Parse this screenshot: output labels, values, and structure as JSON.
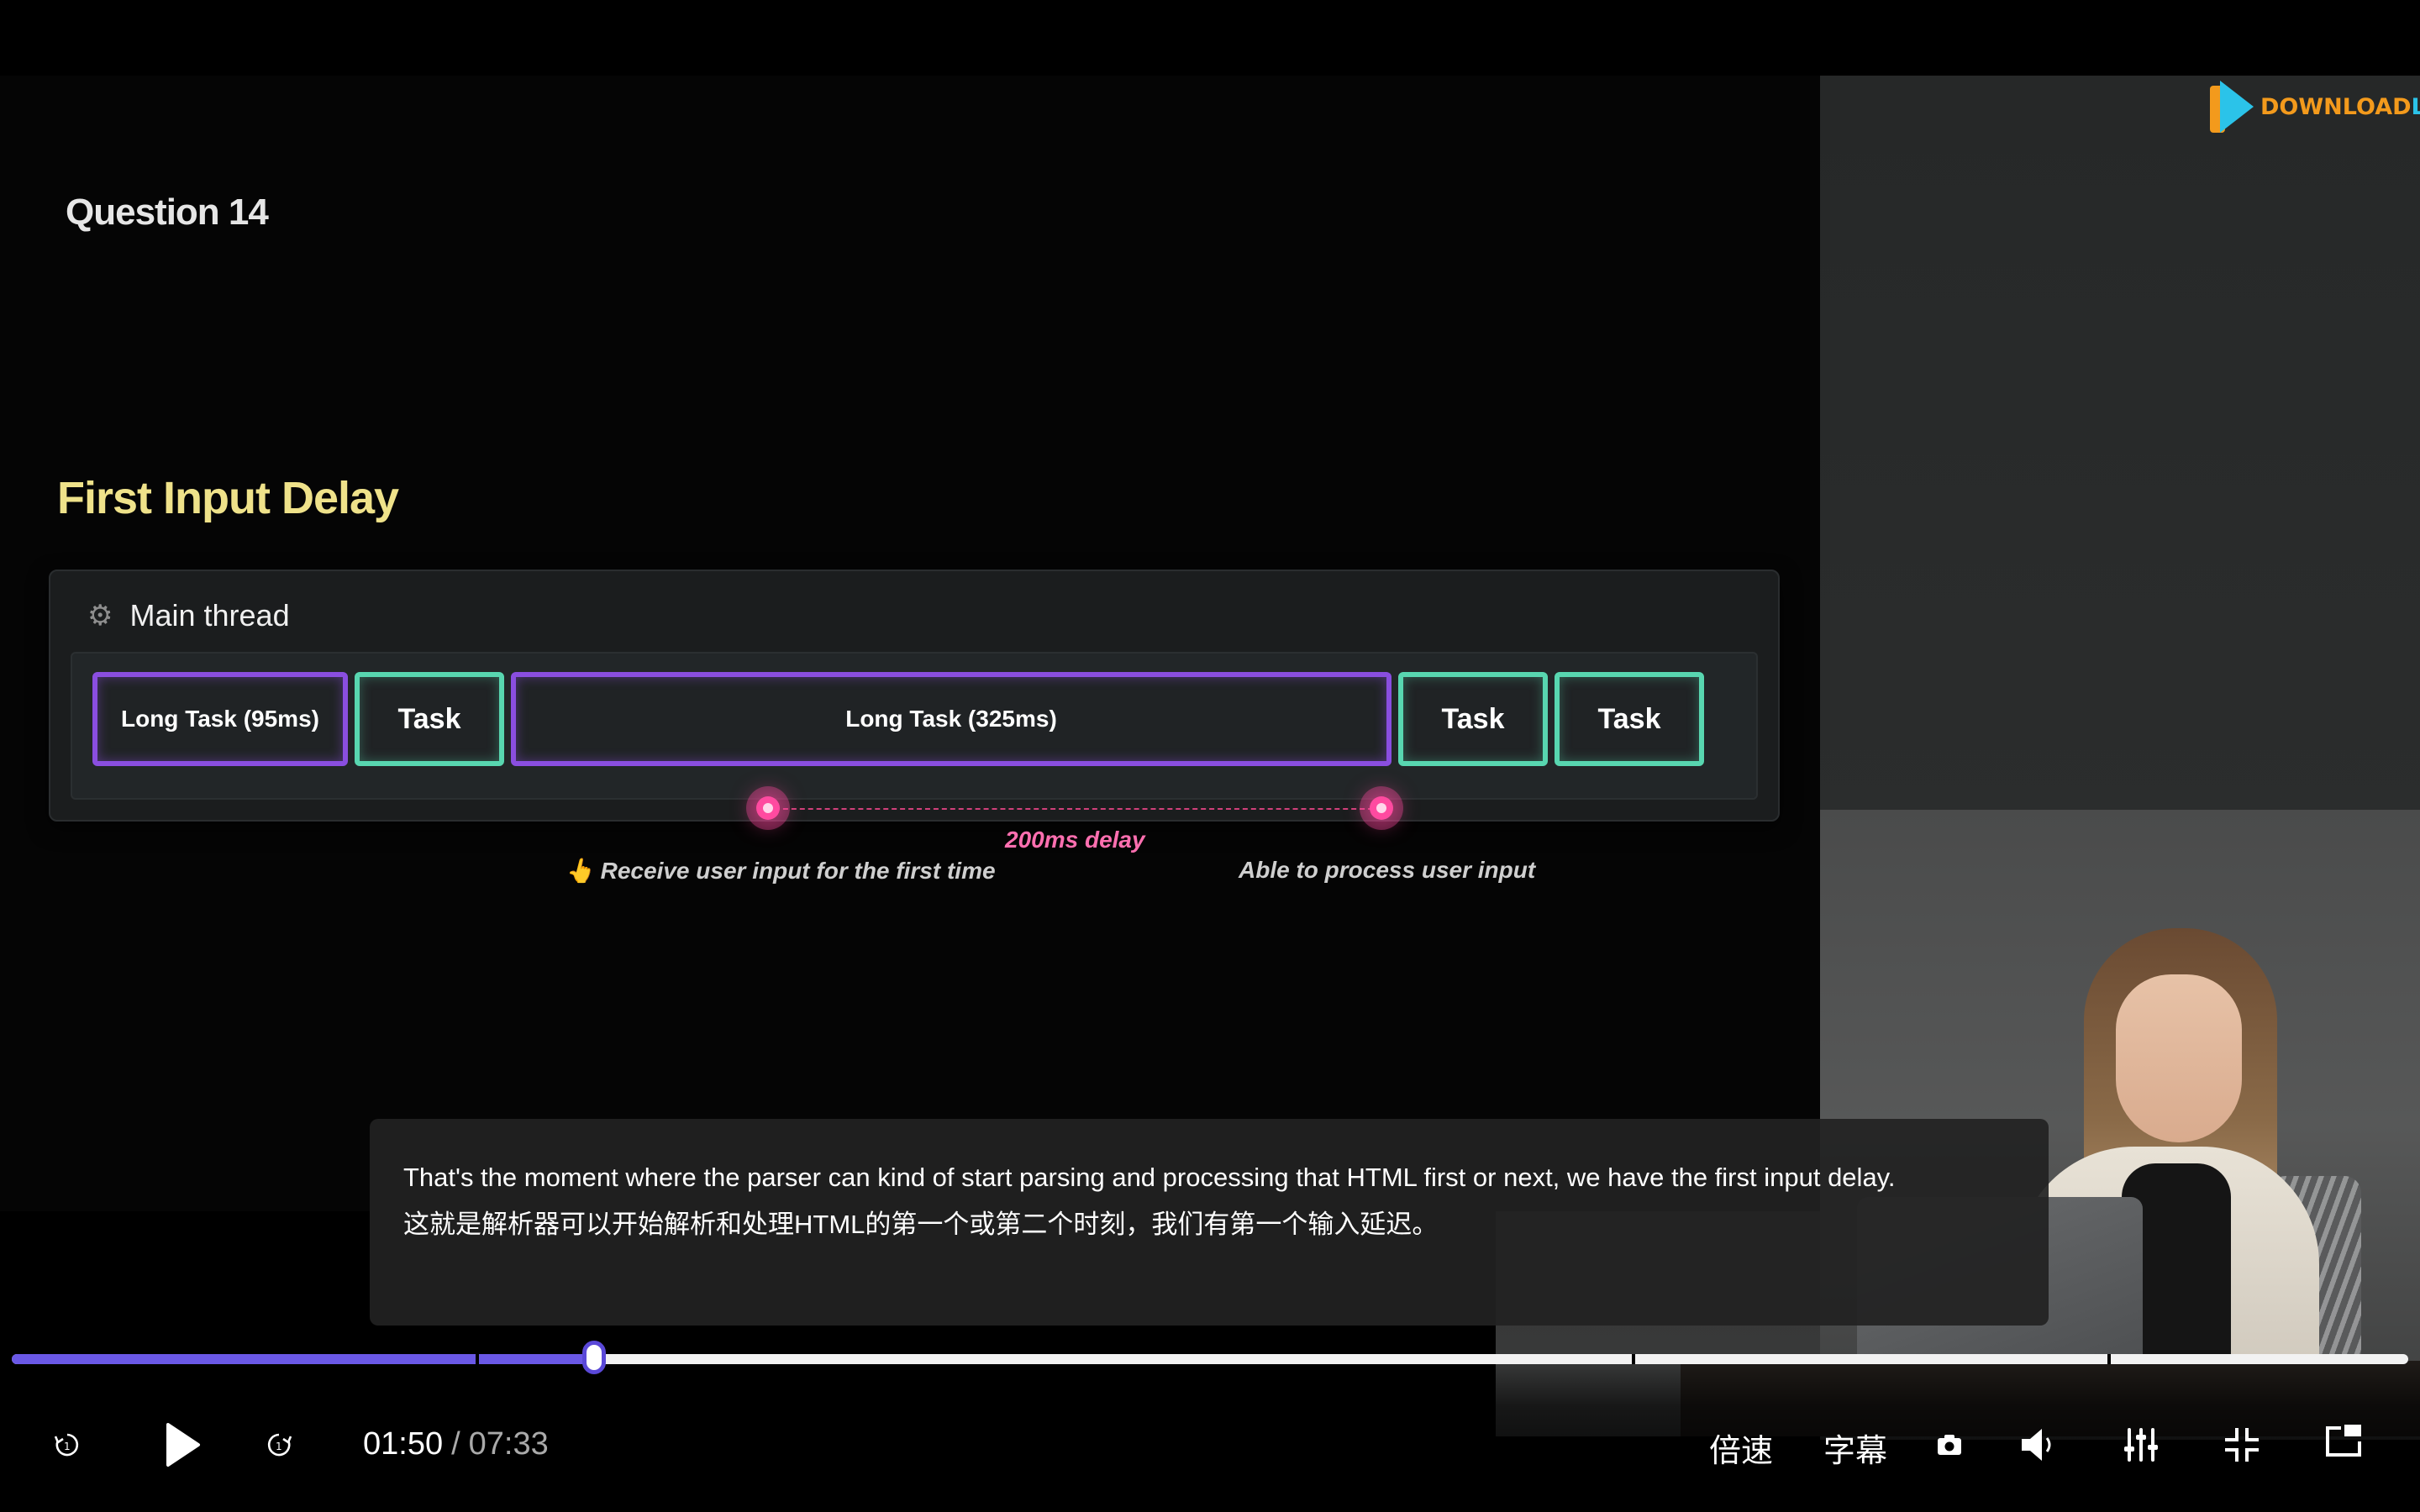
{
  "watermark": {
    "part1": "DOWNLOAD",
    "part2": "LY.IR"
  },
  "slide": {
    "question": "Question 14",
    "title": "First Input Delay",
    "panel_title": "Main thread",
    "tasks": [
      "Long Task (95ms)",
      "Task",
      "Long Task (325ms)",
      "Task",
      "Task"
    ],
    "delay_label": "200ms delay",
    "annotation_left": "👆 Receive user input for the first time",
    "annotation_right": "Able to process user input"
  },
  "subtitles": {
    "english": "That's the moment where the parser can kind of start parsing and processing that HTML first or next, we have the first input delay.",
    "chinese": "这就是解析器可以开始解析和处理HTML的第一个或第二个时刻，我们有第一个输入延迟。"
  },
  "player": {
    "current_time": "01:50",
    "separator": "/",
    "duration": "07:33",
    "progress_fraction": 0.243,
    "speed_label": "倍速",
    "subtitle_label": "字幕",
    "accent_color": "#6a58e6"
  },
  "icons": [
    "rewind-icon",
    "play-icon",
    "forward-icon",
    "screenshot-icon",
    "volume-icon",
    "equalizer-icon",
    "exit-fullscreen-icon",
    "picture-in-picture-icon",
    "gear-icon"
  ]
}
